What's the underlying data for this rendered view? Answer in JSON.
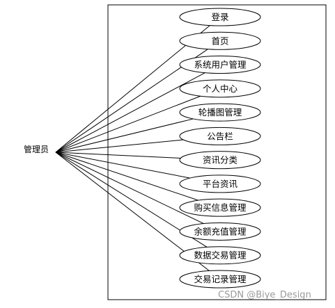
{
  "actor": {
    "label": "管理员"
  },
  "use_cases": [
    {
      "label": "登录"
    },
    {
      "label": "首页"
    },
    {
      "label": "系统用户管理"
    },
    {
      "label": "个人中心"
    },
    {
      "label": "轮播图管理"
    },
    {
      "label": "公告栏"
    },
    {
      "label": "资讯分类"
    },
    {
      "label": "平台资讯"
    },
    {
      "label": "购买信息管理"
    },
    {
      "label": "余额充值管理"
    },
    {
      "label": "数据交易管理"
    },
    {
      "label": "交易记录管理"
    }
  ],
  "watermark": "CSDN @Biye_Design",
  "colors": {
    "stroke": "#000000",
    "background": "#ffffff",
    "watermark": "#9a9a9a"
  }
}
